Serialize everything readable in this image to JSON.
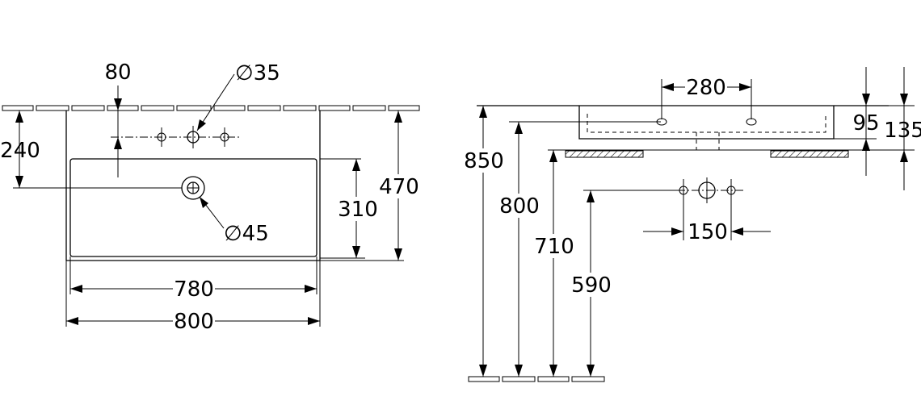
{
  "front_view": {
    "dim_80": "80",
    "dim_diameter_35": "∅35",
    "dim_240": "240",
    "dim_diameter_45": "∅45",
    "dim_310": "310",
    "dim_470": "470",
    "dim_780": "780",
    "dim_800": "800"
  },
  "side_view": {
    "dim_280": "280",
    "dim_95": "95",
    "dim_135": "135",
    "dim_850": "850",
    "dim_800": "800",
    "dim_710": "710",
    "dim_590": "590",
    "dim_150": "150"
  }
}
